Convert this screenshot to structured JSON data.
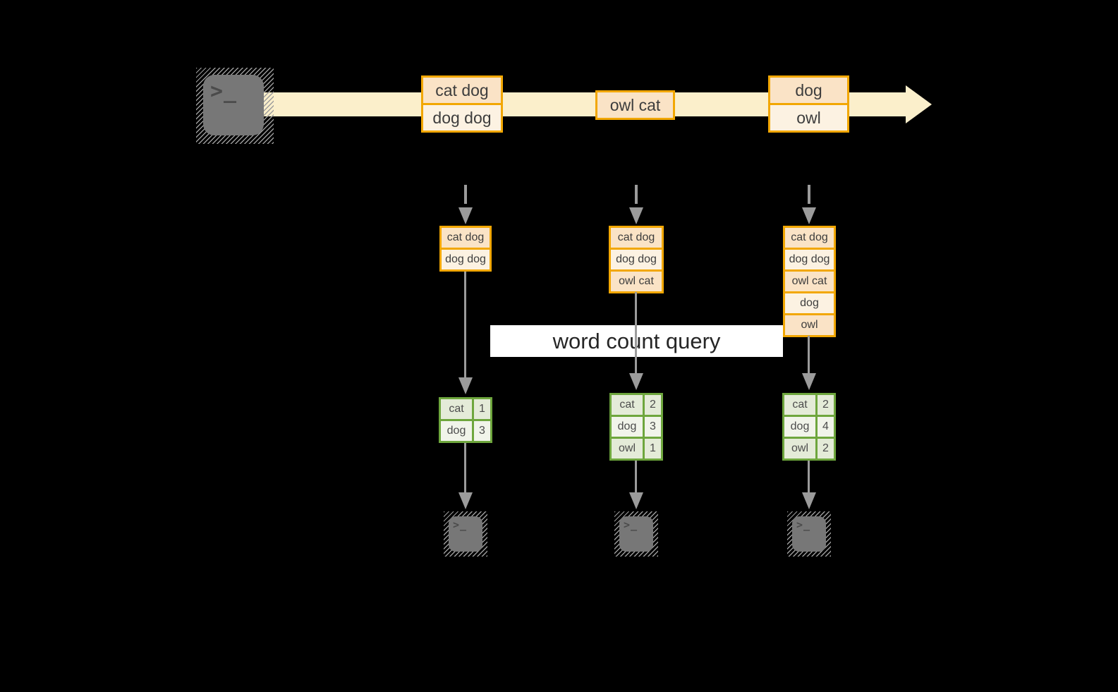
{
  "colors": {
    "background": "#000000",
    "stream_band": "#FBEFCB",
    "event_box_border": "#F2A702",
    "event_fill_dark": "#FAE3C6",
    "event_fill_light": "#FCF2E2",
    "count_table_border": "#6EA63D",
    "count_fill_dark": "#E4EBD8",
    "count_fill_light": "#F1F4EA",
    "arrow_gray": "#9B9B9B",
    "query_label_bg": "#FFFFFF",
    "terminal_gray": "#777777"
  },
  "terminal_glyph": ">_",
  "query_label": "word count query",
  "stream": {
    "events": [
      {
        "lines": [
          "cat dog",
          "dog dog"
        ]
      },
      {
        "lines": [
          "owl cat"
        ]
      },
      {
        "lines": [
          "dog",
          "owl"
        ]
      }
    ]
  },
  "columns": [
    {
      "state": [
        "cat dog",
        "dog dog"
      ],
      "result": [
        [
          "cat",
          "1"
        ],
        [
          "dog",
          "3"
        ]
      ]
    },
    {
      "state": [
        "cat dog",
        "dog dog",
        "owl cat"
      ],
      "result": [
        [
          "cat",
          "2"
        ],
        [
          "dog",
          "3"
        ],
        [
          "owl",
          "1"
        ]
      ]
    },
    {
      "state": [
        "cat dog",
        "dog dog",
        "owl cat",
        "dog",
        "owl"
      ],
      "result": [
        [
          "cat",
          "2"
        ],
        [
          "dog",
          "4"
        ],
        [
          "owl",
          "2"
        ]
      ]
    }
  ]
}
